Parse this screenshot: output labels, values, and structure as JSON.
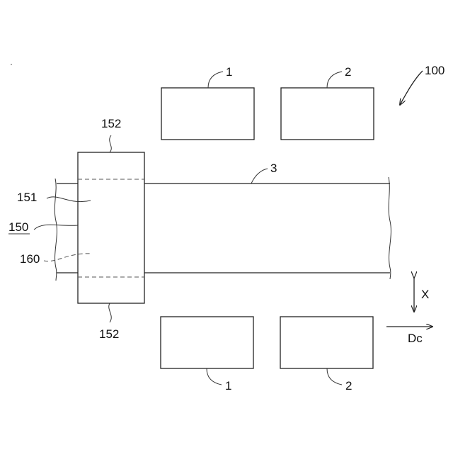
{
  "labels": {
    "figure_ref": "100",
    "unit_1_top": "1",
    "unit_2_top": "2",
    "unit_1_bottom": "1",
    "unit_2_bottom": "2",
    "strip": "3",
    "part_152_top": "152",
    "part_152_bottom": "152",
    "part_151": "151",
    "part_150": "150",
    "part_160": "160",
    "axis_x": "X",
    "direction": "Dc"
  }
}
